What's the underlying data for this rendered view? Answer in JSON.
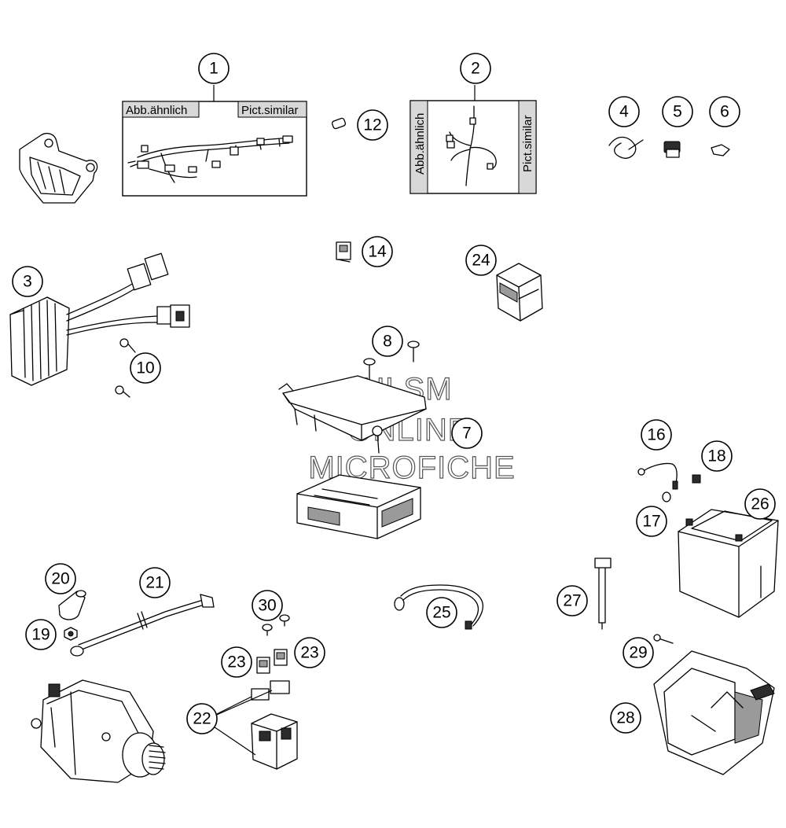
{
  "figure": {
    "box_labels": {
      "harness1_left": "Abb.ähnlich",
      "harness1_right": "Pict.similar",
      "harness2_left": "Abb.ähnlich",
      "harness2_right": "Pict.similar"
    },
    "watermark": {
      "line1": "HLSM",
      "line2": "ONLINE",
      "line3": "MICROFICHE"
    },
    "callouts": [
      "1",
      "2",
      "3",
      "4",
      "5",
      "6",
      "7",
      "8",
      "10",
      "12",
      "14",
      "16",
      "17",
      "18",
      "19",
      "20",
      "21",
      "22",
      "23",
      "24",
      "25",
      "26",
      "27",
      "28",
      "29",
      "30"
    ],
    "callout_23": "23",
    "callout_10": "10"
  }
}
